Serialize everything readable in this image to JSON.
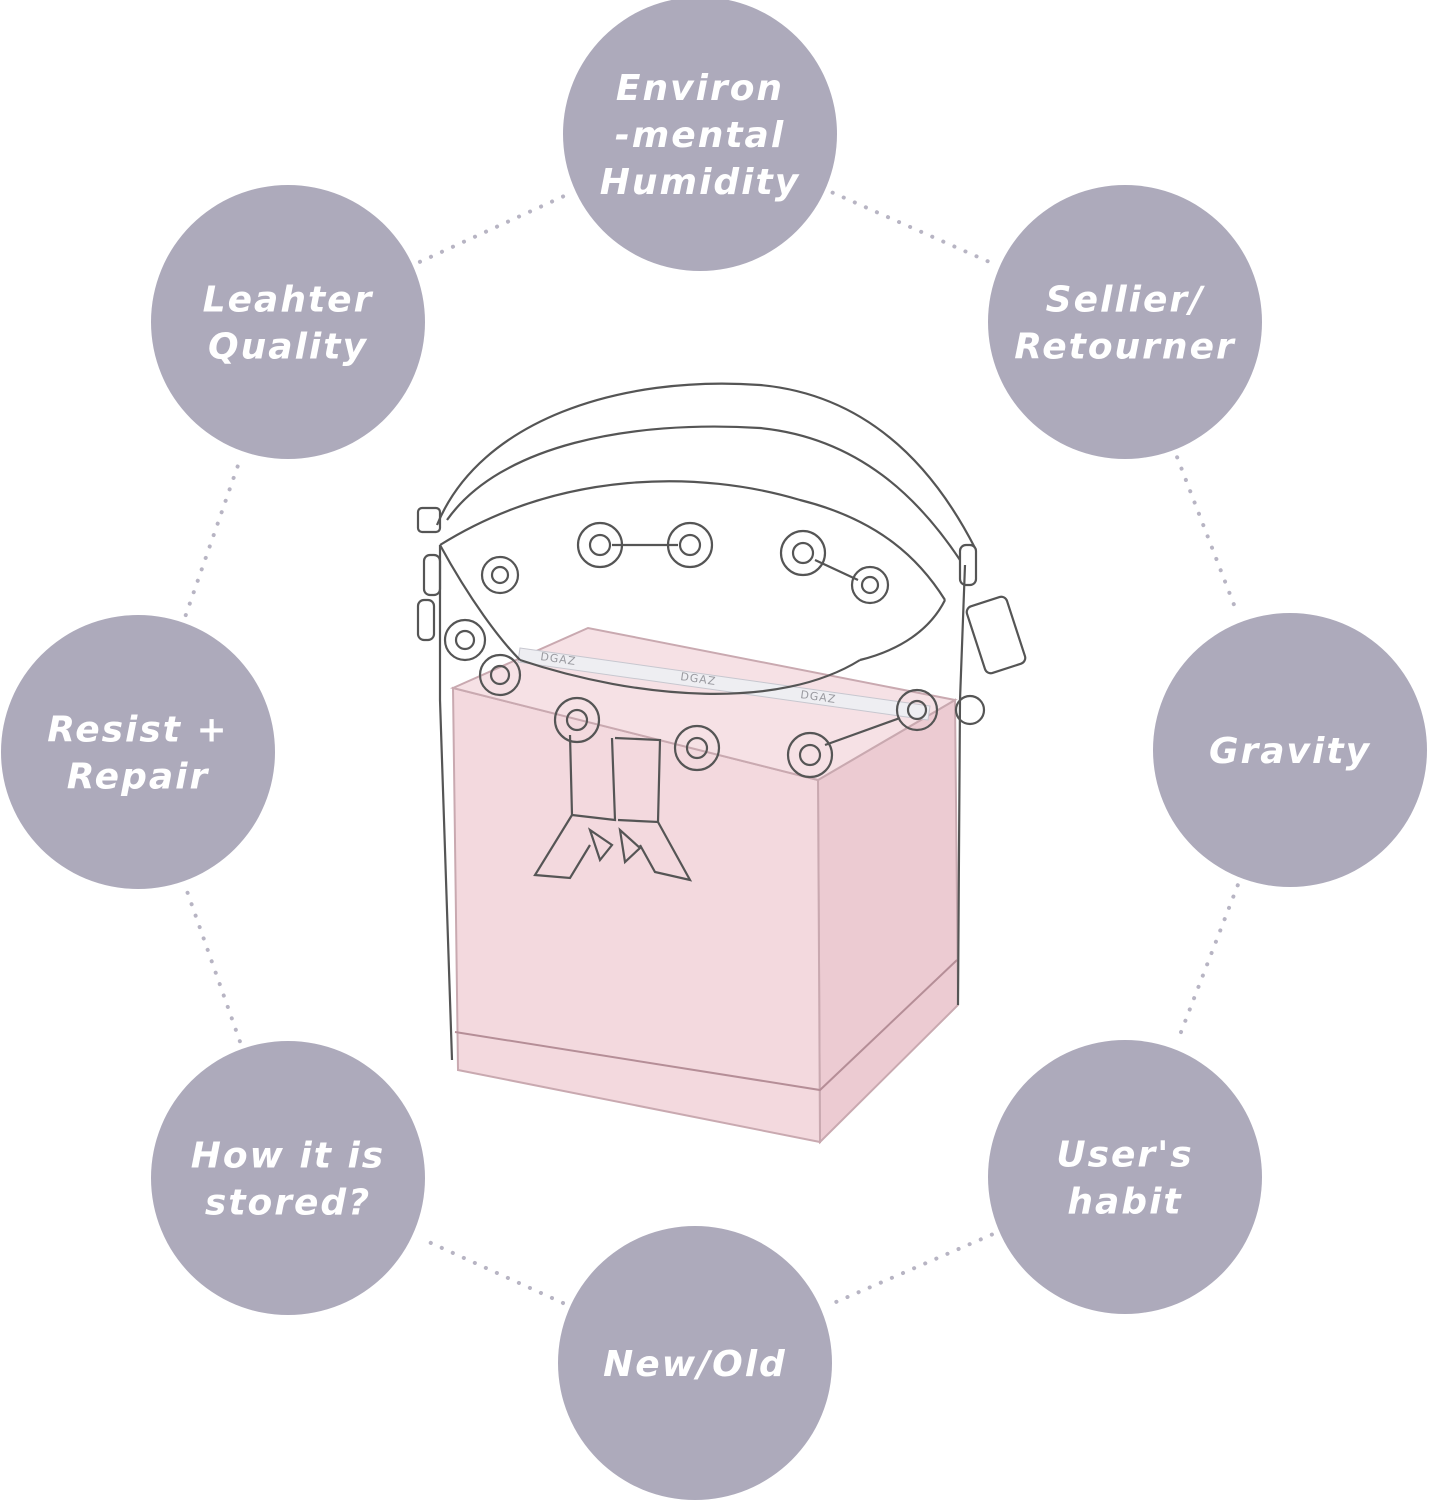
{
  "colors": {
    "circle": "#adaabb",
    "label": "#ffffff",
    "connector": "#b7b4c3",
    "insert_fill": "#f2d6dc",
    "insert_side": "#eccbd2",
    "outline": "#555555"
  },
  "factors": [
    {
      "id": "humidity",
      "lines": [
        "Environ",
        "-mental",
        "Humidity"
      ]
    },
    {
      "id": "sellier",
      "lines": [
        "Sellier/",
        "Retourner"
      ]
    },
    {
      "id": "gravity",
      "lines": [
        "Gravity"
      ]
    },
    {
      "id": "habit",
      "lines": [
        "User's",
        "habit"
      ]
    },
    {
      "id": "new-old",
      "lines": [
        "New/Old"
      ]
    },
    {
      "id": "stored",
      "lines": [
        "How it is",
        "stored?"
      ]
    },
    {
      "id": "resist",
      "lines": [
        "Resist +",
        "Repair"
      ]
    },
    {
      "id": "leather",
      "lines": [
        "Leahter",
        "Quality"
      ]
    }
  ],
  "product": {
    "brand_text": [
      "DGAZ",
      "DGAZ",
      "DGAZ"
    ],
    "icon": "bucket-bag-with-pink-insert-illustration"
  }
}
